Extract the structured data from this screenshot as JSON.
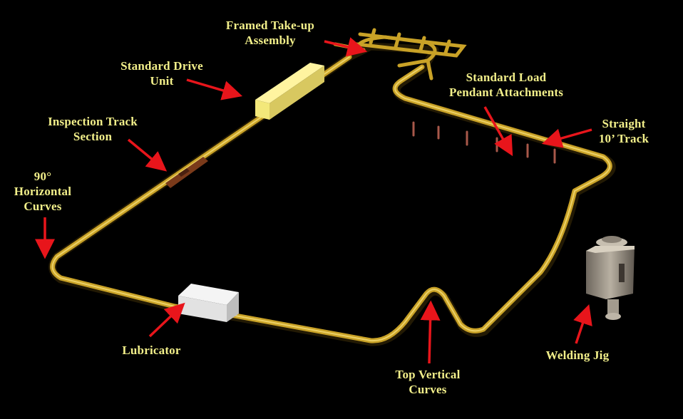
{
  "colors": {
    "background": "#000000",
    "label": "#f2ef8a",
    "arrow": "#e8151b",
    "track": "#c9a227",
    "track_shadow": "#7a5c10",
    "drive_unit": "#f3e87a",
    "lubricator": "#e6e6e6",
    "inspection": "#7a3a1a",
    "pendant": "#a8584a",
    "jig_body": "#9a9286"
  },
  "labels": {
    "framed_takeup": {
      "line1": "Framed Take-up",
      "line2": "Assembly"
    },
    "drive_unit": {
      "line1": "Standard Drive",
      "line2": "Unit"
    },
    "inspection": {
      "line1": "Inspection Track",
      "line2": "Section"
    },
    "horizontal_curves": {
      "line1": "90°",
      "line2": "Horizontal",
      "line3": "Curves"
    },
    "load_pendant": {
      "line1": "Standard Load",
      "line2": "Pendant Attachments"
    },
    "straight_track": {
      "line1": "Straight",
      "line2": "10’ Track"
    },
    "lubricator": {
      "line1": "Lubricator"
    },
    "vertical_curves": {
      "line1": "Top Vertical",
      "line2": "Curves"
    },
    "welding_jig": {
      "line1": "Welding Jig"
    }
  }
}
